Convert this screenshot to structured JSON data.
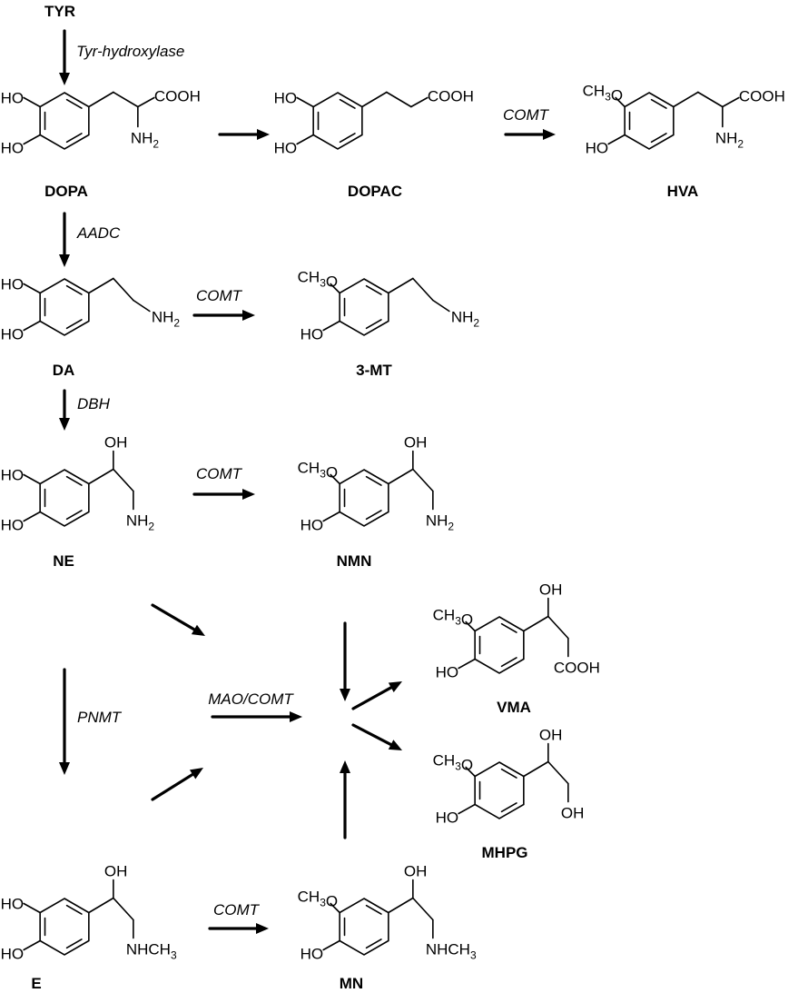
{
  "compounds": {
    "tyr": {
      "name": "TYR"
    },
    "dopa": {
      "name": "DOPA",
      "top_left": "HO",
      "bottom_left": "HO",
      "chain_end": "COOH",
      "amine": "NH2"
    },
    "dopac": {
      "name": "DOPAC",
      "top_left": "HO",
      "bottom_left": "HO",
      "chain_end": "COOH"
    },
    "hva": {
      "name": "HVA",
      "top_left": "CH3O",
      "bottom_left": "HO",
      "chain_end": "COOH",
      "amine": "NH2"
    },
    "da": {
      "name": "DA",
      "top_left": "HO",
      "bottom_left": "HO",
      "amine": "NH2"
    },
    "mt": {
      "name": "3-MT",
      "top_left": "CH3O",
      "bottom_left": "HO",
      "amine": "NH2"
    },
    "ne": {
      "name": "NE",
      "top_left": "HO",
      "bottom_left": "HO",
      "hydroxyl": "OH",
      "amine": "NH2"
    },
    "nmn": {
      "name": "NMN",
      "top_left": "CH3O",
      "bottom_left": "HO",
      "hydroxyl": "OH",
      "amine": "NH2"
    },
    "vma": {
      "name": "VMA",
      "top_left": "CH3O",
      "bottom_left": "HO",
      "hydroxyl": "OH",
      "chain_end": "COOH"
    },
    "mhpg": {
      "name": "MHPG",
      "top_left": "CH3O",
      "bottom_left": "HO",
      "hydroxyl": "OH",
      "chain_end": "OH"
    },
    "e": {
      "name": "E",
      "top_left": "HO",
      "bottom_left": "HO",
      "hydroxyl": "OH",
      "amine": "NHCH3"
    },
    "mn": {
      "name": "MN",
      "top_left": "CH3O",
      "bottom_left": "HO",
      "hydroxyl": "OH",
      "amine": "NHCH3"
    }
  },
  "enzymes": {
    "tyr_hydroxylase": "Tyr-hydroxylase",
    "comt_dopac_hva": "COMT",
    "aadc": "AADC",
    "comt_da": "COMT",
    "dbh": "DBH",
    "comt_ne": "COMT",
    "pnmt": "PNMT",
    "mao_comt": "MAO/COMT",
    "comt_e": "COMT"
  }
}
